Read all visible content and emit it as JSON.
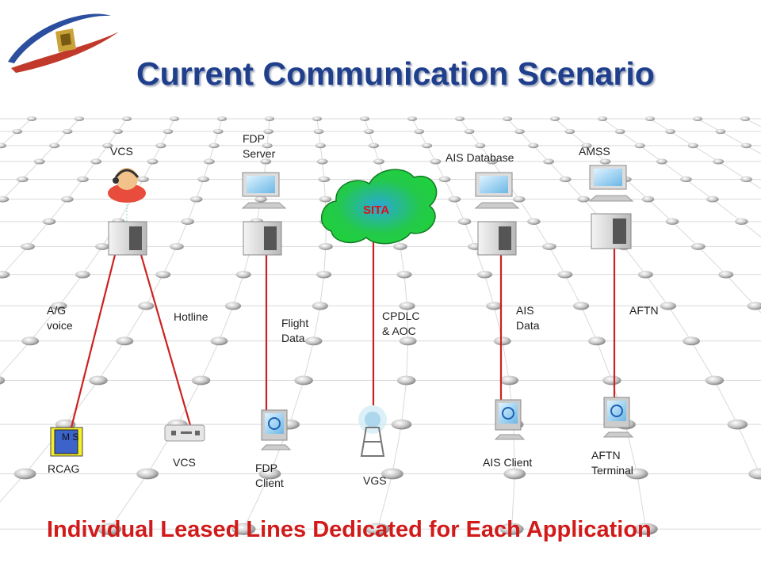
{
  "title": "Current Communication Scenario",
  "footer": "Individual Leased Lines Dedicated for Each Application",
  "colors": {
    "title": "#1f3e8c",
    "footer": "#d11a1a",
    "link_line": "#cc2222",
    "cloud": "#22cc44",
    "cloud_label": "#e01010"
  },
  "cloud_label": "SITA",
  "labels": {
    "vcs_top": "VCS",
    "fdp_server_1": "FDP",
    "fdp_server_2": "Server",
    "ais_database": "AIS Database",
    "amss": "AMSS",
    "ag_voice_1": "A/G",
    "ag_voice_2": "voice",
    "hotline": "Hotline",
    "flight_data_1": "Flight",
    "flight_data_2": "Data",
    "cpdlc_1": "CPDLC",
    "cpdlc_2": "& AOC",
    "ais_data_1": "AIS",
    "ais_data_2": "Data",
    "aftn": "AFTN",
    "rcag": "RCAG",
    "vcs_bottom": "VCS",
    "fdp_client_1": "FDP",
    "fdp_client_2": "Client",
    "vgs": "VGS",
    "ais_client": "AIS Client",
    "aftn_terminal_1": "AFTN",
    "aftn_terminal_2": "Terminal",
    "ms_box": "M S"
  }
}
